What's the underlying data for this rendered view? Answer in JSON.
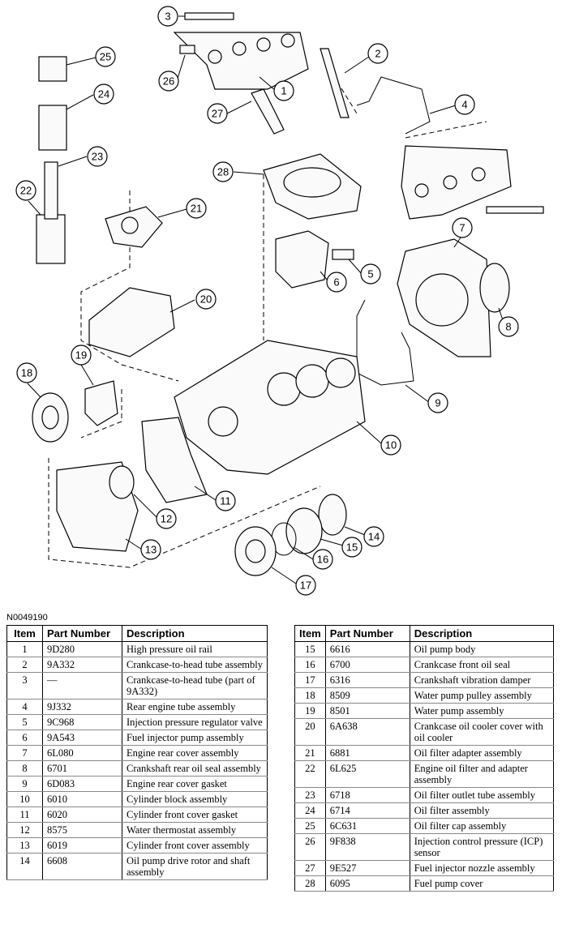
{
  "figure_id": "N0049190",
  "callouts": [
    "1",
    "2",
    "3",
    "4",
    "5",
    "6",
    "7",
    "8",
    "9",
    "10",
    "11",
    "12",
    "13",
    "14",
    "15",
    "16",
    "17",
    "18",
    "19",
    "20",
    "21",
    "22",
    "23",
    "24",
    "25",
    "26",
    "27",
    "28"
  ],
  "table": {
    "headers": {
      "item": "Item",
      "part": "Part Number",
      "desc": "Description"
    },
    "left_rows": [
      {
        "item": "1",
        "part": "9D280",
        "desc": "High pressure oil rail"
      },
      {
        "item": "2",
        "part": "9A332",
        "desc": "Crankcase-to-head tube assembly"
      },
      {
        "item": "3",
        "part": "—",
        "desc": "Crankcase-to-head tube (part of 9A332)"
      },
      {
        "item": "4",
        "part": "9J332",
        "desc": "Rear engine tube assembly"
      },
      {
        "item": "5",
        "part": "9C968",
        "desc": "Injection pressure regulator valve"
      },
      {
        "item": "6",
        "part": "9A543",
        "desc": "Fuel injector pump assembly"
      },
      {
        "item": "7",
        "part": "6L080",
        "desc": "Engine rear cover assembly"
      },
      {
        "item": "8",
        "part": "6701",
        "desc": "Crankshaft rear oil seal assembly"
      },
      {
        "item": "9",
        "part": "6D083",
        "desc": "Engine rear cover gasket"
      },
      {
        "item": "10",
        "part": "6010",
        "desc": "Cylinder block assembly"
      },
      {
        "item": "11",
        "part": "6020",
        "desc": "Cylinder front cover gasket"
      },
      {
        "item": "12",
        "part": "8575",
        "desc": "Water thermostat assembly"
      },
      {
        "item": "13",
        "part": "6019",
        "desc": "Cylinder front cover assembly"
      },
      {
        "item": "14",
        "part": "6608",
        "desc": "Oil pump drive rotor and shaft assembly"
      }
    ],
    "right_rows": [
      {
        "item": "15",
        "part": "6616",
        "desc": "Oil pump body"
      },
      {
        "item": "16",
        "part": "6700",
        "desc": "Crankcase front oil seal"
      },
      {
        "item": "17",
        "part": "6316",
        "desc": "Crankshaft vibration damper"
      },
      {
        "item": "18",
        "part": "8509",
        "desc": "Water pump pulley assembly"
      },
      {
        "item": "19",
        "part": "8501",
        "desc": "Water pump assembly"
      },
      {
        "item": "20",
        "part": "6A638",
        "desc": "Crankcase oil cooler cover with oil cooler"
      },
      {
        "item": "21",
        "part": "6881",
        "desc": "Oil filter adapter assembly"
      },
      {
        "item": "22",
        "part": "6L625",
        "desc": "Engine oil filter and adapter assembly"
      },
      {
        "item": "23",
        "part": "6718",
        "desc": "Oil filter outlet tube assembly"
      },
      {
        "item": "24",
        "part": "6714",
        "desc": "Oil filter assembly"
      },
      {
        "item": "25",
        "part": "6C631",
        "desc": "Oil filter cap assembly"
      },
      {
        "item": "26",
        "part": "9F838",
        "desc": "Injection control pressure (ICP) sensor"
      },
      {
        "item": "27",
        "part": "9E527",
        "desc": "Fuel injector nozzle assembly"
      },
      {
        "item": "28",
        "part": "6095",
        "desc": "Fuel pump cover"
      }
    ]
  }
}
